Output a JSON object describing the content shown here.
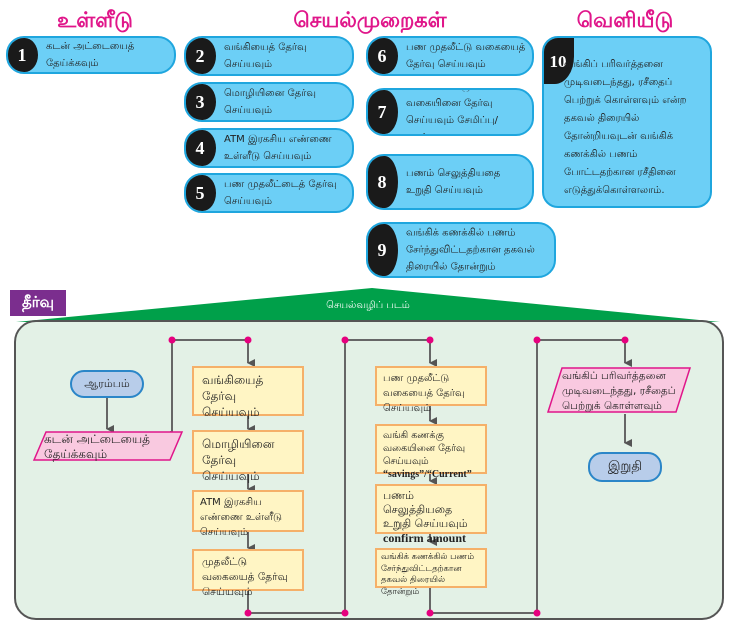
{
  "headers": {
    "input": "உள்ளீடு",
    "process": "செயல்முறைகள்",
    "output": "வெளியீடு"
  },
  "steps": [
    {
      "num": "1",
      "text": "கடன் அட்டையைத் தேய்க்கவும்"
    },
    {
      "num": "2",
      "text": "வங்கியைத் தேர்வு செய்யவும்"
    },
    {
      "num": "3",
      "text": "மொழியினை தேர்வு செய்யவும்"
    },
    {
      "num": "4",
      "text": "ATM இரகசிய எண்ணை உள்ளீடு செய்யவும்"
    },
    {
      "num": "5",
      "text": "பண முதலீட்டைத் தேர்வு செய்யவும்"
    },
    {
      "num": "6",
      "text": "பண முதலீட்டு வகையைத் தேர்வு செய்யவும்"
    },
    {
      "num": "7",
      "text": "வங்கி கணக்கு வகையினை தேர்வு செய்யவும் சேமிப்பு/நடப்பு"
    },
    {
      "num": "8",
      "text": "பணம் செலுத்தியதை உறுதி செய்யவும்"
    },
    {
      "num": "9",
      "text": "வங்கிக் கணக்கில் பணம் சேர்ந்துவிட்டதற்கான தகவல் திரையில் தோன்றும்"
    },
    {
      "num": "10",
      "text": "வங்கிப் பரிவர்த்தனை முடிவடைந்தது, ரசீதைப் பெற்றுக் கொள்ளவும் என்ற தகவல் திரையில் தோன்றியவுடன் வங்கிக் கணக்கில் பணம் போட்டதற்கான ரசீதினை எடுத்துக்கொள்ளலாம்."
    }
  ],
  "solution_label": "தீர்வு",
  "flowchart": {
    "title": "செயல்வழிப் படம்",
    "start": "ஆரம்பம்",
    "end": "இறுதி",
    "input_card": "கடன் அட்டையைத் தேய்க்கவும்",
    "col1": [
      "வங்கியைத் தேர்வு செய்யவும்",
      "மொழியினை தேர்வு செய்யவும்",
      "ATM இரகசிய எண்ணை உள்ளீடு செய்யவும்",
      "முதலீட்டு வகையைத் தேர்வு செய்யவும்"
    ],
    "col2": [
      {
        "text": "பண முதலீட்டு வகையைத் தேர்வு செய்யவும்",
        "en": ""
      },
      {
        "text": "வங்கி கணக்கு வகையினை தேர்வு செய்யவும்",
        "en": "“savings”/“Current”"
      },
      {
        "text": "பணம் செலுத்தியதை உறுதி செய்யவும்",
        "en": "confirm amount"
      },
      {
        "text": "வங்கிக் கணக்கில் பணம் சேர்ந்துவிட்டதற்கான தகவல் திரையில் தோன்றும்",
        "en": ""
      }
    ],
    "output_card": "வங்கிப் பரிவர்த்தனை முடிவடைந்தது, ரசீதைப் பெற்றுக் கொள்ளவும்"
  },
  "colors": {
    "header": "#e0168a",
    "step_fill": "#6ccff6",
    "banner": "#00a04a",
    "panel": "#e3f1e6",
    "process_box": "#fff5c4",
    "io_box": "#f9c9e0",
    "terminal": "#b8cdea",
    "connector_dot": "#e6007e"
  }
}
